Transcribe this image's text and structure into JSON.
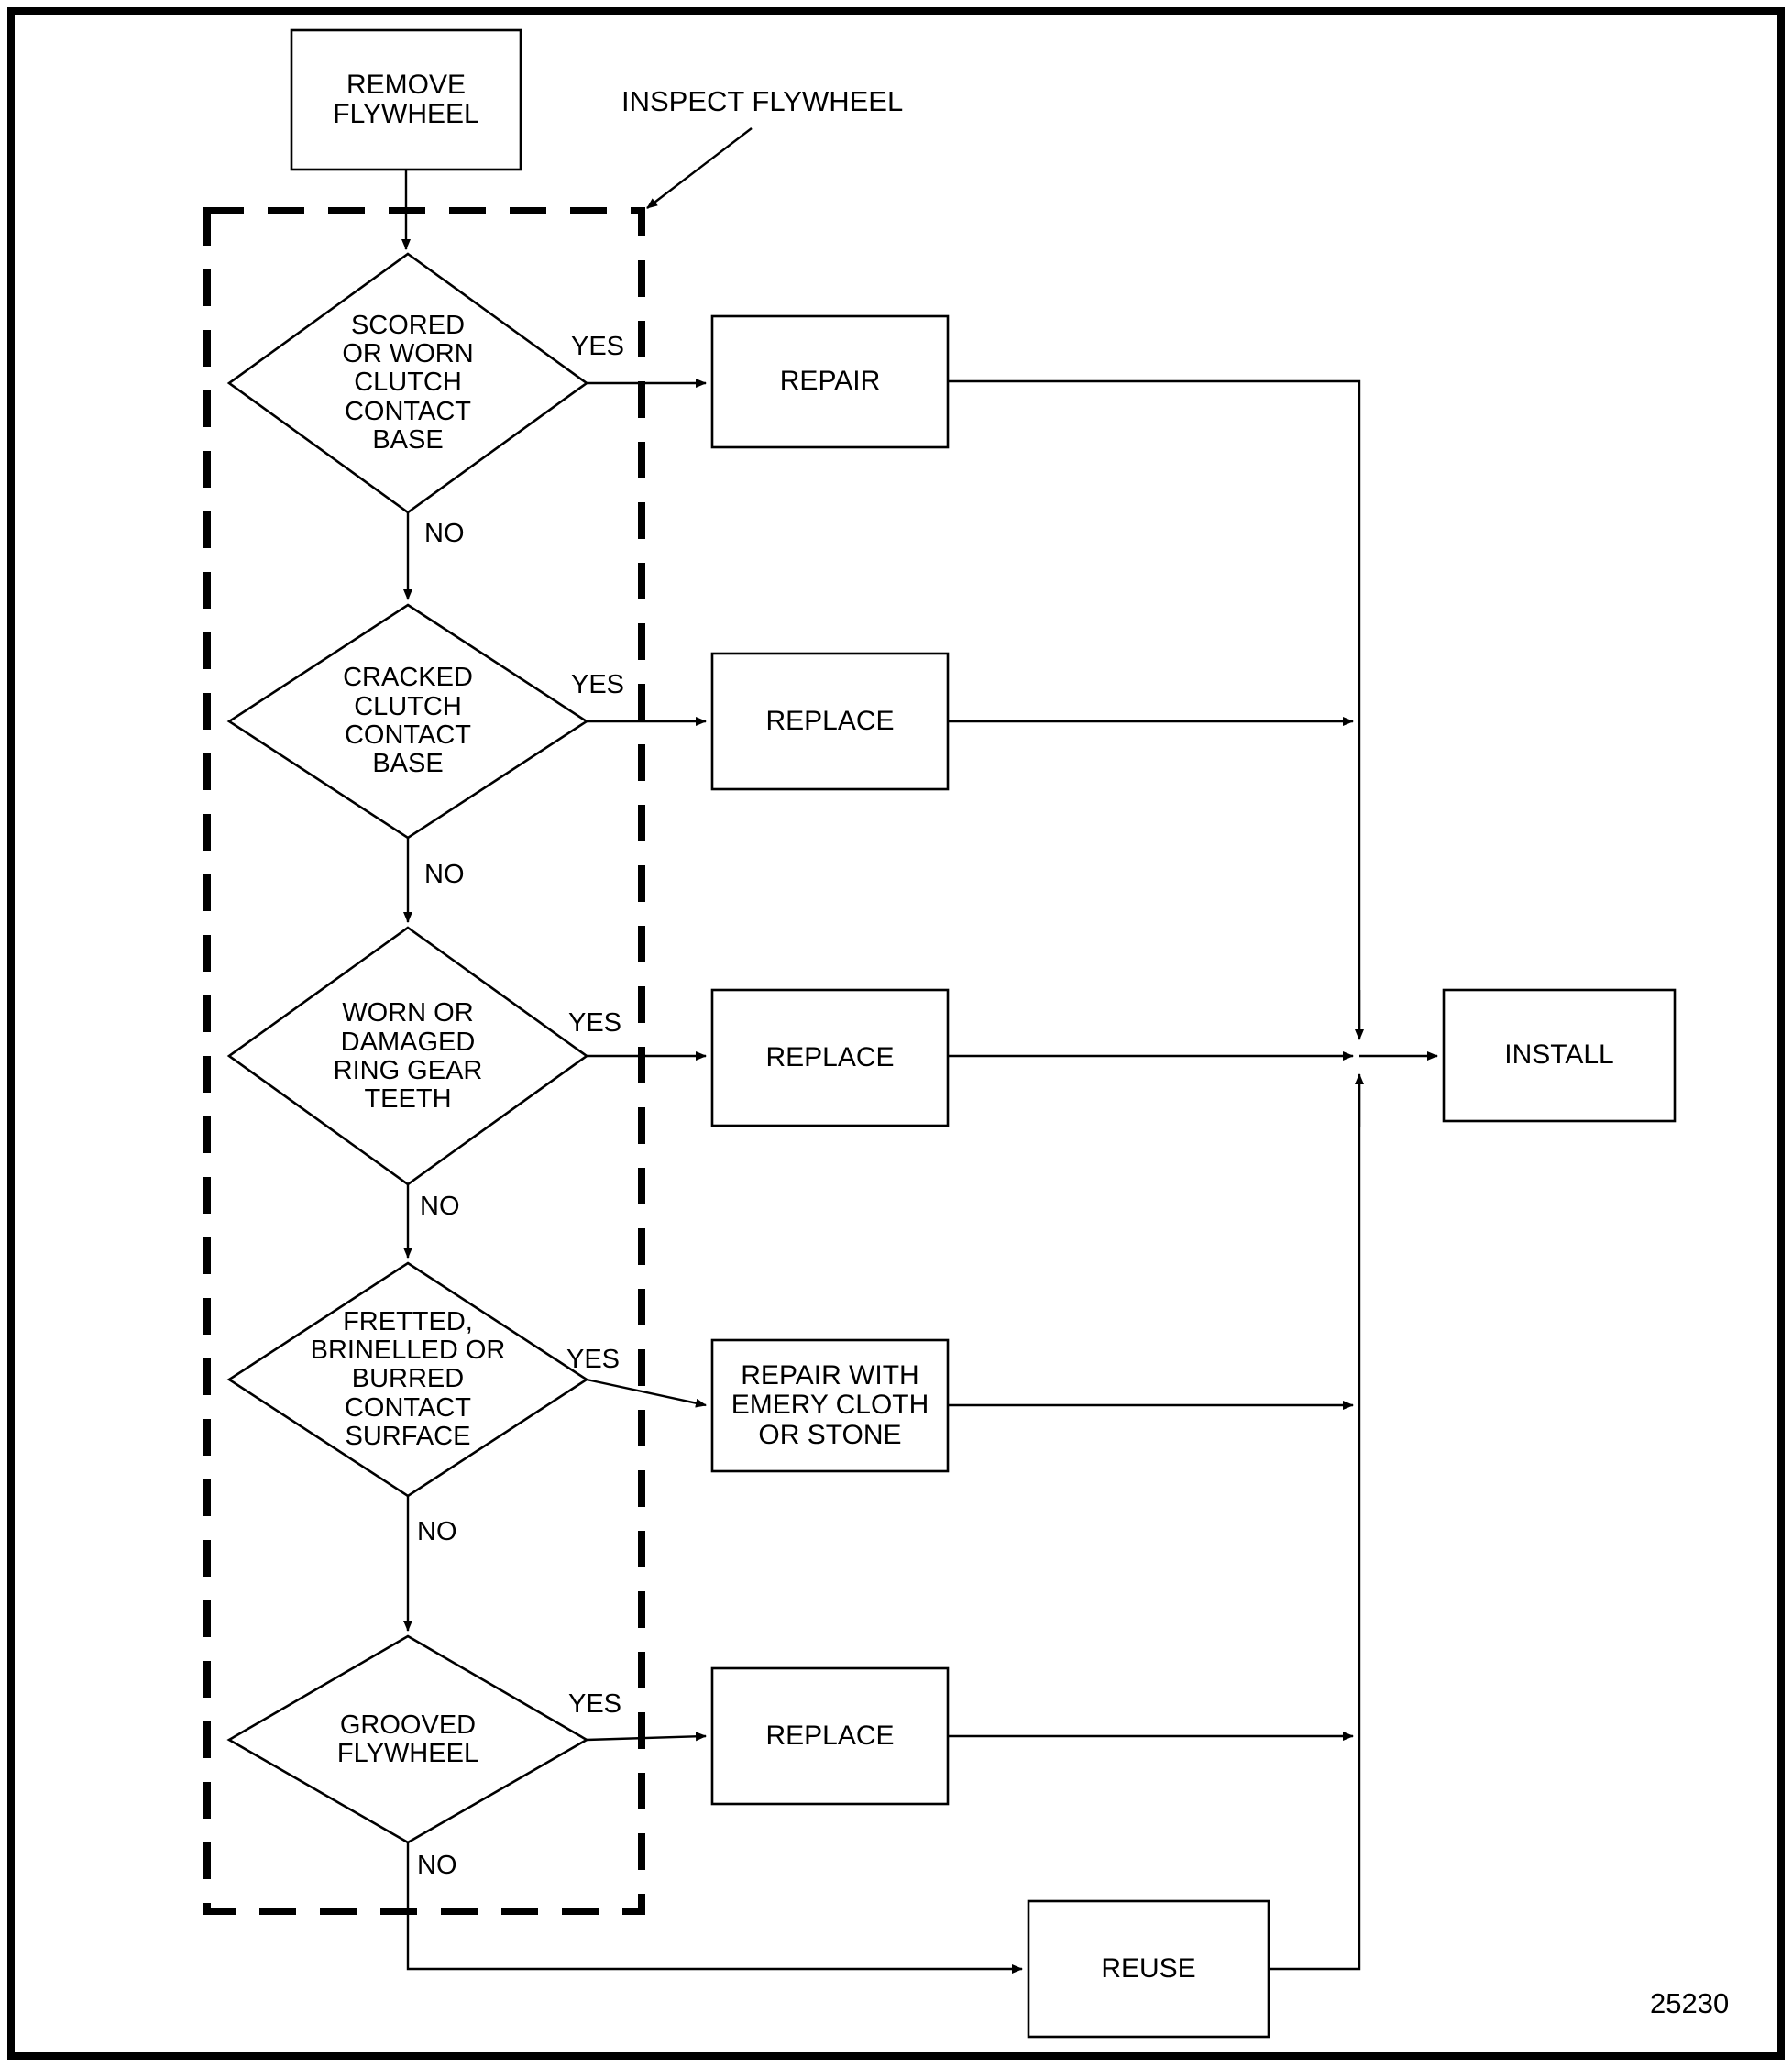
{
  "figure": {
    "id_number": "25230",
    "annotation": "INSPECT FLYWHEEL",
    "dashed_group_label": "INSPECT FLYWHEEL"
  },
  "nodes": {
    "remove_flywheel": {
      "label": "REMOVE\nFLYWHEEL",
      "type": "process"
    },
    "d1": {
      "label": "SCORED\nOR WORN\nCLUTCH\nCONTACT\nBASE",
      "type": "decision"
    },
    "d2": {
      "label": "CRACKED\nCLUTCH\nCONTACT\nBASE",
      "type": "decision"
    },
    "d3": {
      "label": "WORN OR\nDAMAGED\nRING GEAR\nTEETH",
      "type": "decision"
    },
    "d4": {
      "label": "FRETTED,\nBRINELLED OR\nBURRED\nCONTACT\nSURFACE",
      "type": "decision"
    },
    "d5": {
      "label": "GROOVED\nFLYWHEEL",
      "type": "decision"
    },
    "a1": {
      "label": "REPAIR",
      "type": "process"
    },
    "a2": {
      "label": "REPLACE",
      "type": "process"
    },
    "a3": {
      "label": "REPLACE",
      "type": "process"
    },
    "a4": {
      "label": "REPAIR WITH\nEMERY CLOTH\nOR STONE",
      "type": "process"
    },
    "a5": {
      "label": "REPLACE",
      "type": "process"
    },
    "reuse": {
      "label": "REUSE",
      "type": "process"
    },
    "install": {
      "label": "INSTALL",
      "type": "process"
    }
  },
  "edge_labels": {
    "yes1": "YES",
    "no1": "NO",
    "yes2": "YES",
    "no2": "NO",
    "yes3": "YES",
    "no3": "NO",
    "yes4": "YES",
    "no4": "NO",
    "yes5": "YES",
    "no5": "NO"
  },
  "colors": {
    "line": "#000000",
    "background": "#ffffff",
    "frame": "#000000"
  }
}
